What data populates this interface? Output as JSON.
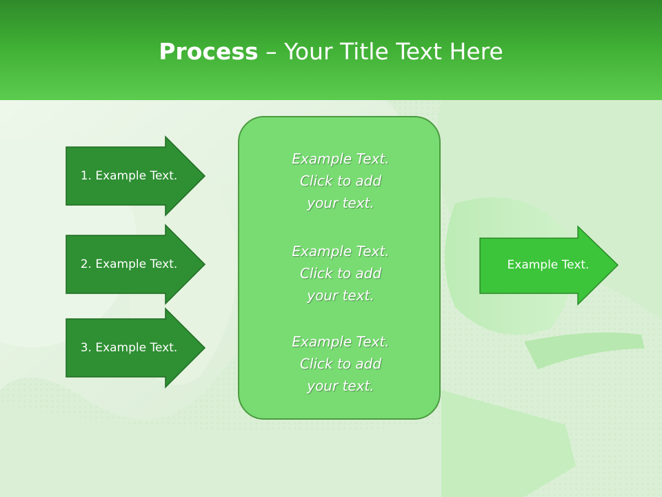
{
  "slide": {
    "title_bold": "Process",
    "title_rest": " – Your Title Text Here",
    "left_steps": [
      {
        "label": "1. Example Text."
      },
      {
        "label": "2. Example Text."
      },
      {
        "label": "3. Example Text."
      }
    ],
    "center_blocks": [
      {
        "lines": [
          "Example Text.",
          "Click  to add",
          "your text."
        ]
      },
      {
        "lines": [
          "Example Text.",
          "Click  to add",
          "your text."
        ]
      },
      {
        "lines": [
          "Example Text.",
          "Click  to add",
          "your text."
        ]
      }
    ],
    "right_arrow": {
      "label": "Example Text."
    }
  },
  "colors": {
    "title_bar_top": "#2f8a2a",
    "title_bar_bottom": "#5ccc4f",
    "left_arrow_fill": "#2f8f33",
    "center_box_fill": "#78dc72",
    "right_arrow_fill": "#3cc43a",
    "background": "#dff0da"
  }
}
